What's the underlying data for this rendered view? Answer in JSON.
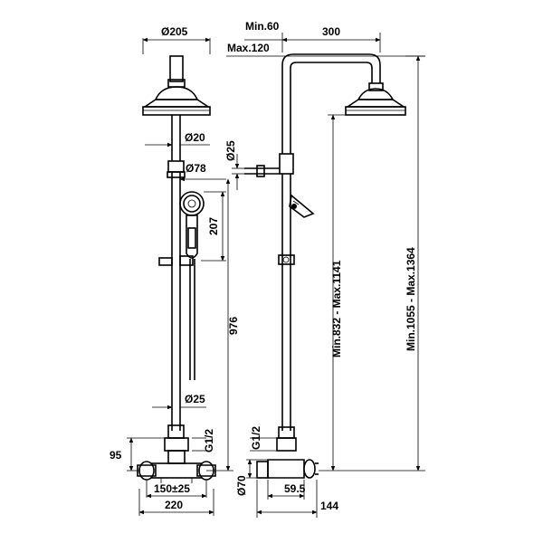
{
  "dimensions": {
    "head_diameter": "Ø205",
    "pipe_diameter_top": "Ø20",
    "handshower_diameter": "Ø78",
    "handshower_length": "207",
    "bar_height": "976",
    "pipe_diameter_bottom": "Ø25",
    "connection_front": "G1/2",
    "mixer_height": "95",
    "centers": "150±25",
    "mixer_width": "220",
    "arm_min": "Min.60",
    "arm_max": "Max.120",
    "arm_reach": "300",
    "side_pipe_diameter": "Ø25",
    "range_short": "Min.832 - Max.1141",
    "range_long": "Min.1055 - Max.1364",
    "connection_side": "G1/2",
    "wall_diameter": "Ø70",
    "mixer_depth": "59.5",
    "total_depth": "144"
  }
}
